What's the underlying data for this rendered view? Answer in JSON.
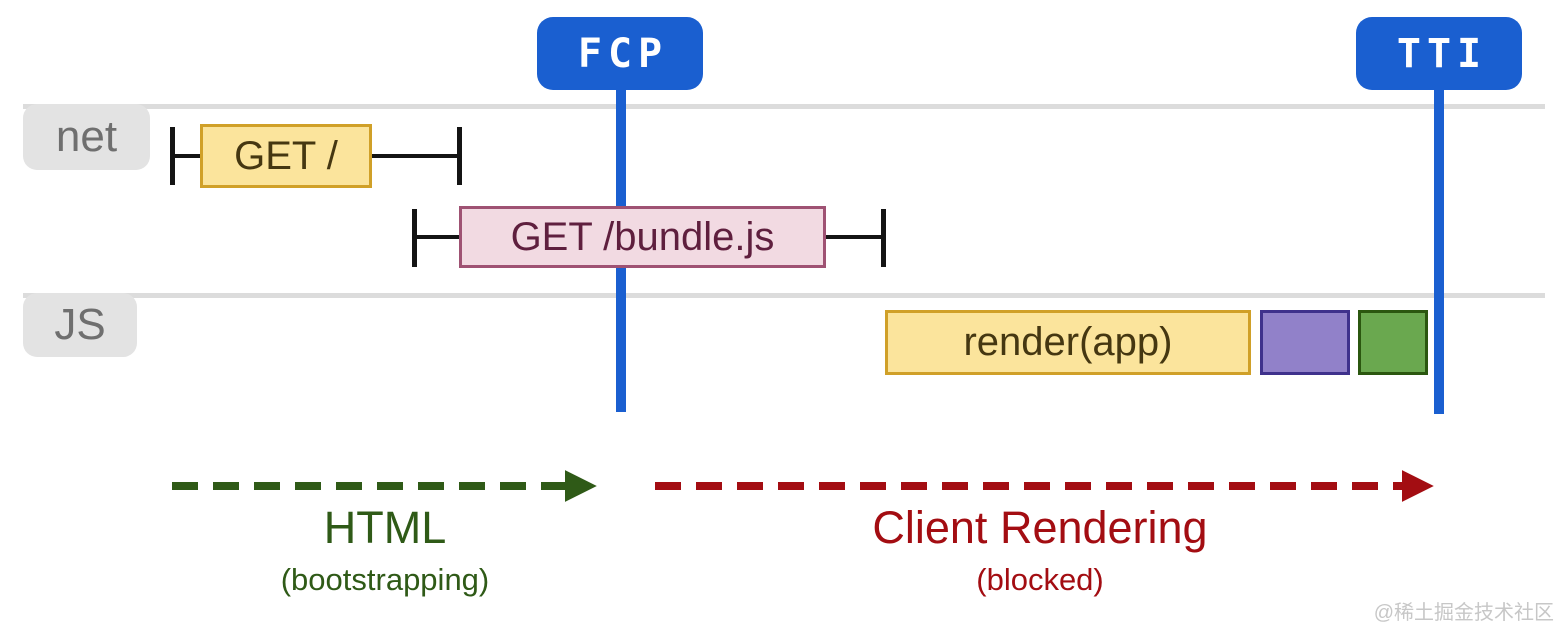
{
  "diagram": {
    "title_hint": "client-side rendering performance timeline",
    "markers": [
      {
        "id": "fcp",
        "label": "FCP"
      },
      {
        "id": "tti",
        "label": "TTI"
      }
    ],
    "lanes": [
      {
        "id": "net",
        "label": "net"
      },
      {
        "id": "js",
        "label": "JS"
      }
    ],
    "requests": [
      {
        "label": "GET /"
      },
      {
        "label": "GET /bundle.js"
      }
    ],
    "tasks": [
      {
        "label": "render(app)",
        "color": "#fbe49c"
      },
      {
        "label": "",
        "color": "#9181c9"
      },
      {
        "label": "",
        "color": "#6aa84f"
      }
    ],
    "phases": [
      {
        "title": "HTML",
        "subtitle": "(bootstrapping)",
        "color": "#2f5a17"
      },
      {
        "title": "Client Rendering",
        "subtitle": "(blocked)",
        "color": "#a30d12"
      }
    ],
    "watermark": "@稀土掘金技术社区",
    "colors": {
      "marker_blue": "#1a5fd0",
      "lane_line_gray": "#dcdcdc",
      "lane_label_bg": "#e3e3e3",
      "lane_label_text": "#6f6f6f",
      "request_yellow_fill": "#fbe49c",
      "request_yellow_border": "#d0a028",
      "request_yellow_text": "#453711",
      "bundle_pink_fill": "#f2dae2",
      "bundle_pink_border": "#9f5273",
      "bundle_pink_text": "#5f1f3e",
      "task_purple_fill": "#9181c9",
      "task_purple_border": "#3f318c",
      "task_green_fill": "#6aa84f",
      "task_green_border": "#2b570f",
      "whisker_black": "#141414",
      "phase_html_green": "#2f5a17",
      "phase_render_red": "#a30d12",
      "watermark_gray": "#c7c7c7"
    }
  }
}
